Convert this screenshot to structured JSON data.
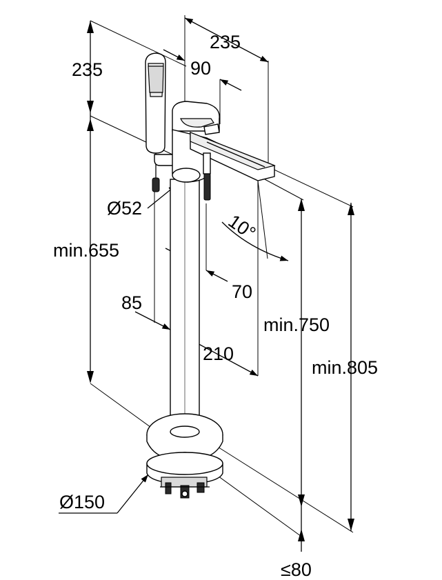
{
  "dimensions": {
    "hand_shower_height": "235",
    "spout_length": "235",
    "spout_offset": "90",
    "pipe_diameter": "Ø52",
    "min_height_655": "min.655",
    "angle": "10°",
    "offset_70": "70",
    "offset_85": "85",
    "min_height_750": "min.750",
    "offset_210": "210",
    "min_height_805": "min.805",
    "base_diameter": "Ø150",
    "floor_clearance": "≤80"
  },
  "colors": {
    "line": "#000000",
    "background": "#ffffff",
    "fill_grey": "#d9d9d9"
  }
}
